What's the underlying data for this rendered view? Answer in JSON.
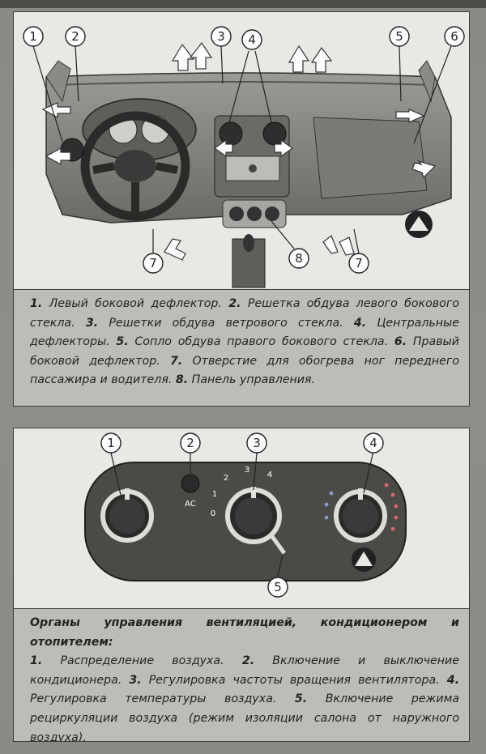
{
  "figure1": {
    "callouts": [
      "1",
      "2",
      "3",
      "4",
      "5",
      "6",
      "7",
      "7",
      "8"
    ],
    "caption": [
      {
        "num": "1.",
        "text": " Левый боковой дефлектор. "
      },
      {
        "num": "2.",
        "text": " Решетка обдува левого бокового стекла. "
      },
      {
        "num": "3.",
        "text": " Решетки обдува ветрового стекла. "
      },
      {
        "num": "4.",
        "text": " Центральные дефлекторы. "
      },
      {
        "num": "5.",
        "text": " Сопло обдува правого бокового стекла. "
      },
      {
        "num": "6.",
        "text": " Правый боковой дефлектор. "
      },
      {
        "num": "7.",
        "text": " Отверстие для обогрева ног переднего пассажира и водителя. "
      },
      {
        "num": "8.",
        "text": " Панель управления."
      }
    ]
  },
  "figure2": {
    "callouts": [
      "1",
      "2",
      "3",
      "4",
      "5"
    ],
    "panel_labels": {
      "ac": "AC",
      "fan_0": "0",
      "fan_1": "1",
      "fan_2": "2",
      "fan_3": "3",
      "fan_4": "4"
    },
    "caption_heading": "Органы управления вентиляцией, кондиционером и отопителем:",
    "caption": [
      {
        "num": "1.",
        "text": " Распределение воздуха. "
      },
      {
        "num": "2.",
        "text": " Включение и выключение кондиционера. "
      },
      {
        "num": "3.",
        "text": " Регулировка частоты вращения вентилятора. "
      },
      {
        "num": "4.",
        "text": " Регулировка температуры воздуха. "
      },
      {
        "num": "5.",
        "text": " Включение режима рециркуляции воздуха (режим изоляции салона от наружного воздуха)."
      }
    ]
  }
}
